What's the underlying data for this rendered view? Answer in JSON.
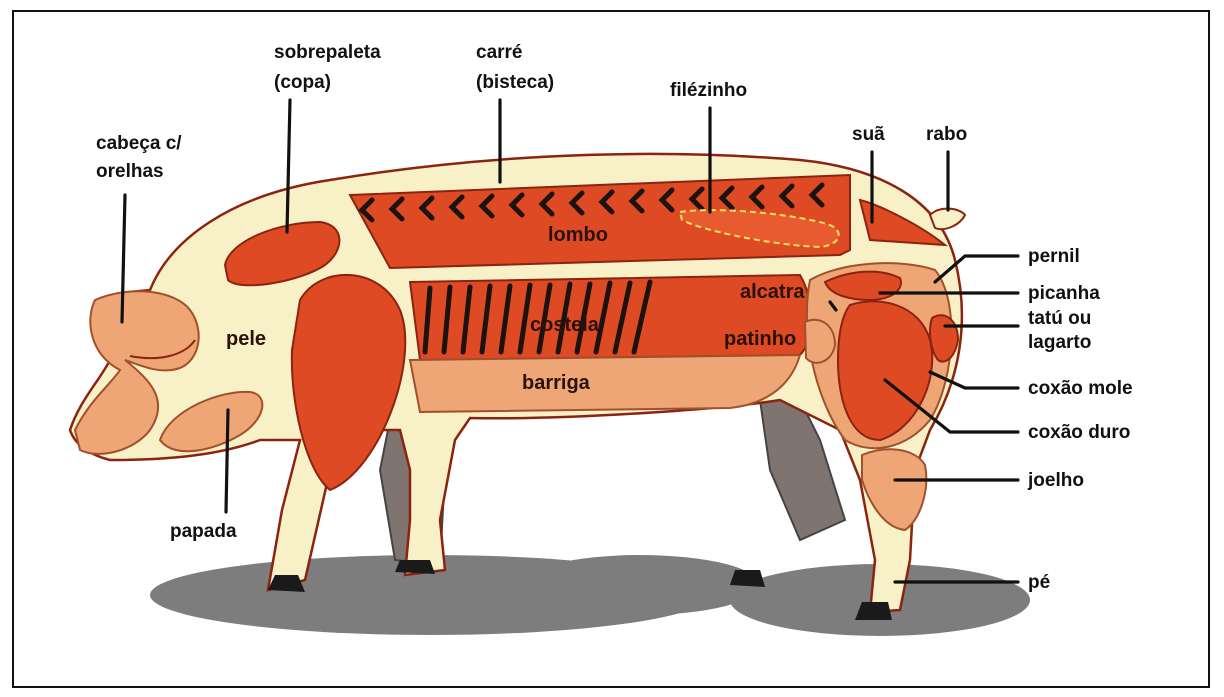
{
  "colors": {
    "skin": "#f8f1c8",
    "cut_red": "#de4a24",
    "cut_light": "#eea676",
    "outline": "#8a2410",
    "shadow": "#7d7d7d",
    "hoof": "#1a1a1a"
  },
  "labels": {
    "cabeca": "cabeça c/ orelhas",
    "sobrepaleta": "sobrepaleta (copa)",
    "carre": "carré (bisteca)",
    "filezinho": "filézinho",
    "sua": "suã",
    "rabo": "rabo",
    "pernil": "pernil",
    "picanha": "picanha",
    "tatu": "tatú ou lagarto",
    "coxao_mole": "coxão mole",
    "coxao_duro": "coxão duro",
    "joelho": "joelho",
    "pe": "pé",
    "papada": "papada",
    "pele": "pele",
    "lombo": "lombo",
    "costela": "costela",
    "barriga": "barriga",
    "alcatra": "alcatra",
    "patinho": "patinho"
  },
  "label_lines": {
    "cabeca": [
      "cabeça c/",
      "orelhas"
    ],
    "sobrepaleta": [
      "sobrepaleta",
      "(copa)"
    ],
    "carre": [
      "carré",
      "(bisteca)"
    ],
    "tatu": [
      "tatú ou",
      "lagarto"
    ]
  }
}
